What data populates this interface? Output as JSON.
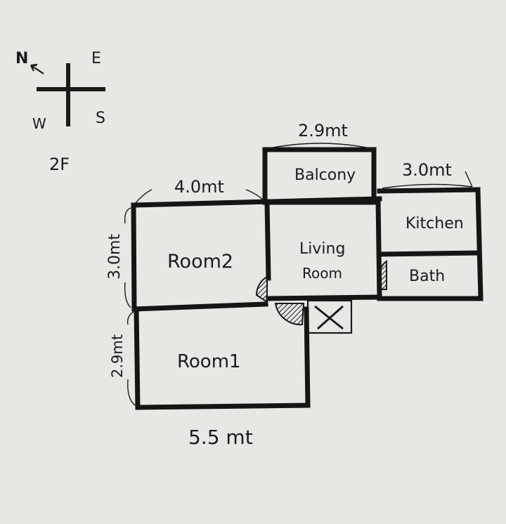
{
  "compass": {
    "north": "N",
    "east": "E",
    "south": "S",
    "west": "W"
  },
  "floor_label": "2F",
  "rooms": {
    "balcony": "Balcony",
    "kitchen": "Kitchen",
    "living_line1": "Living",
    "living_line2": "Room",
    "bath": "Bath",
    "room2": "Room2",
    "room1": "Room1"
  },
  "dimensions": {
    "balcony_width": "2.9mt",
    "kitchen_width": "3.0mt",
    "room2_width": "4.0mt",
    "room2_height": "3.0mt",
    "room1_height": "2.9mt",
    "room1_width": "5.5 mt"
  },
  "colors": {
    "paper": "#e8e7e3",
    "ink": "#151515"
  }
}
